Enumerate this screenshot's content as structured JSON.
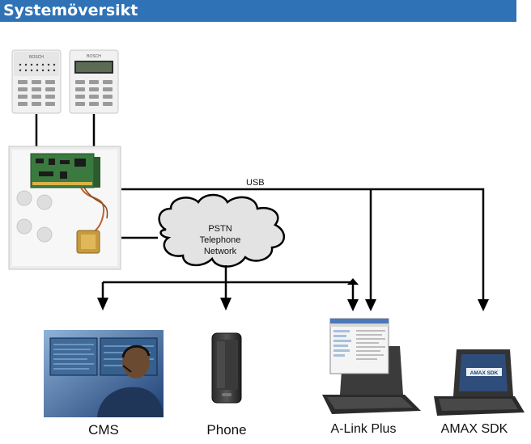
{
  "header": {
    "title": "Systemöversikt",
    "background": "#2f73b6"
  },
  "diagram": {
    "link_usb": "USB",
    "cloud": {
      "line1": "PSTN",
      "line2": "Telephone",
      "line3": "Network"
    },
    "nodes": {
      "keypad_1": {
        "brand": "BOSCH",
        "icon": "keypad-led-icon"
      },
      "keypad_2": {
        "brand": "BOSCH",
        "icon": "keypad-lcd-icon"
      },
      "control_panel": {
        "icon": "control-panel-icon"
      },
      "cms": {
        "label": "CMS",
        "icon": "operator-monitors-icon"
      },
      "phone": {
        "label": "Phone",
        "icon": "smartphone-icon"
      },
      "alink": {
        "label": "A-Link Plus",
        "icon": "laptop-software-icon"
      },
      "amax_sdk": {
        "label": "AMAX SDK",
        "icon": "laptop-icon",
        "screen_text": "AMAX SDK"
      }
    }
  }
}
